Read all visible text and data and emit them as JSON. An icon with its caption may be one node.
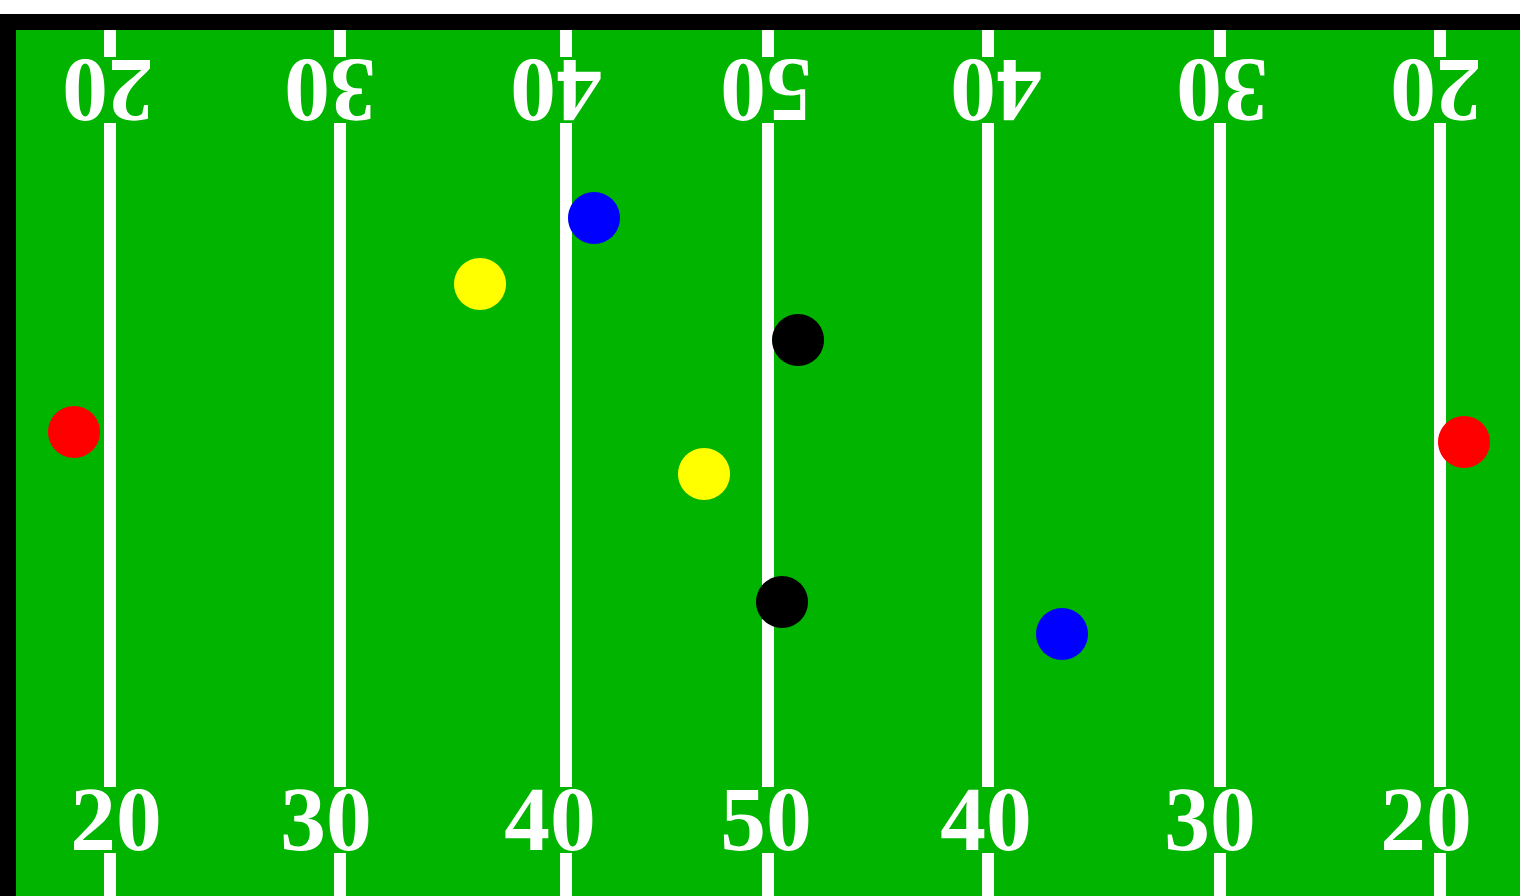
{
  "diagram": {
    "labels": [
      "20",
      "30",
      "40",
      "50",
      "40",
      "30",
      "20",
      "20",
      "30",
      "40",
      "50",
      "40",
      "30",
      "20"
    ]
  }
}
